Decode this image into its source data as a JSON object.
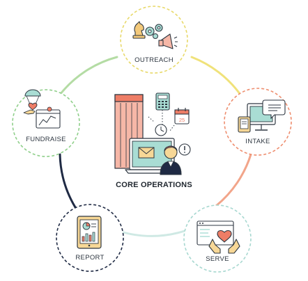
{
  "center": {
    "label": "CORE OPERATIONS",
    "calendar_day": "25"
  },
  "nodes": [
    {
      "id": "outreach",
      "label": "OUTREACH",
      "icon": "chess-knight-gears-megaphone-icon",
      "color": "#e8d96a"
    },
    {
      "id": "intake",
      "label": "INTAKE",
      "icon": "monitor-tablet-chat-icon",
      "color": "#ee8d6e"
    },
    {
      "id": "serve",
      "label": "SERVE",
      "icon": "hands-heart-browser-icon",
      "color": "#a7d8d0"
    },
    {
      "id": "report",
      "label": "REPORT",
      "icon": "tablet-chart-icon",
      "color": "#1f2a44"
    },
    {
      "id": "fundraise",
      "label": "FUNDRAISE",
      "icon": "heart-parachute-chart-icon",
      "color": "#8fcf8a"
    }
  ],
  "ring_colors": {
    "outreach_intake": "#f0e27a",
    "intake_serve": "#f2a58a",
    "serve_report": "#cfe9e4",
    "report_fundraise": "#1f2a44",
    "fundraise_outreach": "#b4dca4"
  }
}
